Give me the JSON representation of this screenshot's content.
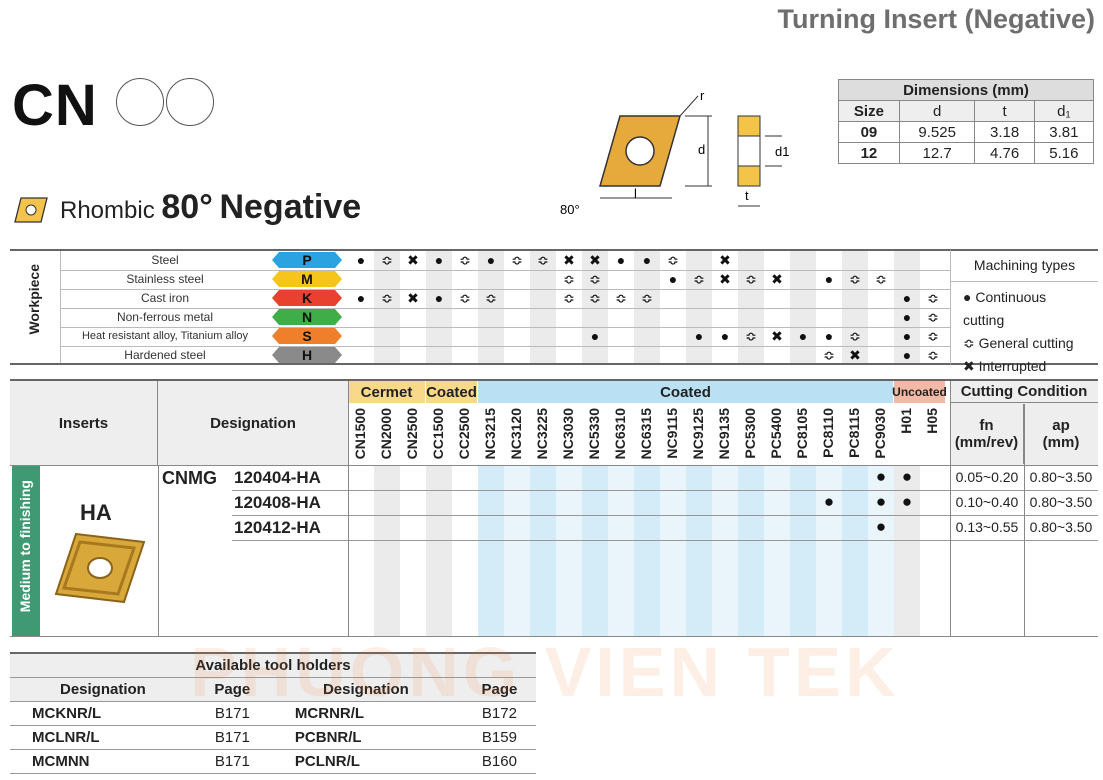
{
  "header": {
    "title": "Turning Insert (Negative)",
    "code": "CN"
  },
  "shape": {
    "prefix": "Rhombic",
    "angle": "80°",
    "suffix": "Negative"
  },
  "diagram": {
    "r": "r",
    "d": "d",
    "l": "l",
    "d1": "d1",
    "t": "t",
    "angle": "80°"
  },
  "dimensions": {
    "title": "Dimensions (mm)",
    "cols": [
      "Size",
      "d",
      "t",
      "d₁"
    ],
    "rows": [
      [
        "09",
        "9.525",
        "3.18",
        "3.81"
      ],
      [
        "12",
        "12.7",
        "4.76",
        "5.16"
      ]
    ]
  },
  "workpiece": {
    "side_label": "Workpiece",
    "rows": [
      {
        "name": "Steel",
        "letter": "P",
        "color": "#2aa3e0"
      },
      {
        "name": "Stainless steel",
        "letter": "M",
        "color": "#f5c51b"
      },
      {
        "name": "Cast iron",
        "letter": "K",
        "color": "#e8412e"
      },
      {
        "name": "Non-ferrous metal",
        "letter": "N",
        "color": "#3fae49"
      },
      {
        "name": "Heat resistant alloy, Titanium alloy",
        "letter": "S",
        "color": "#ef7f2a"
      },
      {
        "name": "Hardened steel",
        "letter": "H",
        "color": "#8a8a8a"
      }
    ],
    "marks": [
      [
        "c",
        "g",
        "i",
        "c",
        "g",
        "c",
        "g",
        "g",
        "i",
        "i",
        "c",
        "c",
        "g",
        "",
        "i",
        "",
        "",
        "",
        "",
        "",
        "",
        ""
      ],
      [
        "",
        "",
        "",
        "",
        "",
        "",
        "",
        "",
        "g",
        "g",
        "",
        "",
        "c",
        "g",
        "i",
        "g",
        "i",
        "",
        "c",
        "g",
        "g",
        "",
        ""
      ],
      [
        "c",
        "g",
        "i",
        "c",
        "g",
        "g",
        "",
        "",
        "g",
        "g",
        "g",
        "g",
        "",
        "",
        "",
        "",
        "",
        "",
        "",
        "",
        "",
        "c",
        "g"
      ],
      [
        "",
        "",
        "",
        "",
        "",
        "",
        "",
        "",
        "",
        "",
        "",
        "",
        "",
        "",
        "",
        "",
        "",
        "",
        "",
        "",
        "",
        "c",
        "g"
      ],
      [
        "",
        "",
        "",
        "",
        "",
        "",
        "",
        "",
        "",
        "c",
        "",
        "",
        "",
        "c",
        "c",
        "g",
        "i",
        "c",
        "c",
        "g",
        "",
        "c",
        "g"
      ],
      [
        "",
        "",
        "",
        "",
        "",
        "",
        "",
        "",
        "",
        "",
        "",
        "",
        "",
        "",
        "",
        "",
        "",
        "",
        "g",
        "i",
        "",
        "c",
        "g"
      ]
    ]
  },
  "machining": {
    "title": "Machining types",
    "items": [
      {
        "sym": "●",
        "label": "Continuous cutting"
      },
      {
        "sym": "≎",
        "label": "General cutting"
      },
      {
        "sym": "✖",
        "label": "Interrupted cutting"
      }
    ]
  },
  "grades": {
    "groups": [
      {
        "label": "Cermet",
        "span": 3,
        "color": "#f8d98a"
      },
      {
        "label": "Coated",
        "span": 2,
        "color": "#f8d98a"
      },
      {
        "label": "Coated",
        "span": 16,
        "color": "#b9e1f3"
      },
      {
        "label": "Uncoated",
        "span": 2,
        "color": "#f3b9a6"
      }
    ],
    "list": [
      "CN1500",
      "CN2000",
      "CN2500",
      "CC1500",
      "CC2500",
      "NC3215",
      "NC3120",
      "NC3225",
      "NC3030",
      "NC5330",
      "NC6310",
      "NC6315",
      "NC9115",
      "NC9125",
      "NC9135",
      "PC5300",
      "PC5400",
      "PC8105",
      "PC8110",
      "PC8115",
      "PC9030",
      "H01",
      "H05"
    ]
  },
  "main": {
    "inserts_label": "Inserts",
    "designation_label": "Designation",
    "cutting_label": "Cutting Condition",
    "fn_label": "fn\n(mm/rev)",
    "ap_label": "ap\n(mm)",
    "fn_title": "fn",
    "fn_unit": "(mm/rev)",
    "ap_title": "ap",
    "ap_unit": "(mm)",
    "side_label": "Medium to finishing",
    "chipbreaker": "HA",
    "prefix": "CNMG",
    "rows": [
      {
        "des": "120404-HA",
        "fn": "0.05~0.20",
        "ap": "0.80~3.50",
        "dots": [
          20,
          21
        ]
      },
      {
        "des": "120408-HA",
        "fn": "0.10~0.40",
        "ap": "0.80~3.50",
        "dots": [
          18,
          20,
          21
        ]
      },
      {
        "des": "120412-HA",
        "fn": "0.13~0.55",
        "ap": "0.80~3.50",
        "dots": [
          20
        ]
      }
    ]
  },
  "holders": {
    "title": "Available tool holders",
    "cols": [
      "Designation",
      "Page",
      "Designation",
      "Page"
    ],
    "rows": [
      [
        "MCKNR/L",
        "B171",
        "MCRNR/L",
        "B172"
      ],
      [
        "MCLNR/L",
        "B171",
        "PCBNR/L",
        "B159"
      ],
      [
        "MCMNN",
        "B171",
        "PCLNR/L",
        "B160"
      ]
    ]
  },
  "watermark": "PHUONG VIEN TEK",
  "colors": {
    "insert_gold": "#d8a83a",
    "green": "#3f9a73",
    "uncoated": "#f3b9a6"
  }
}
